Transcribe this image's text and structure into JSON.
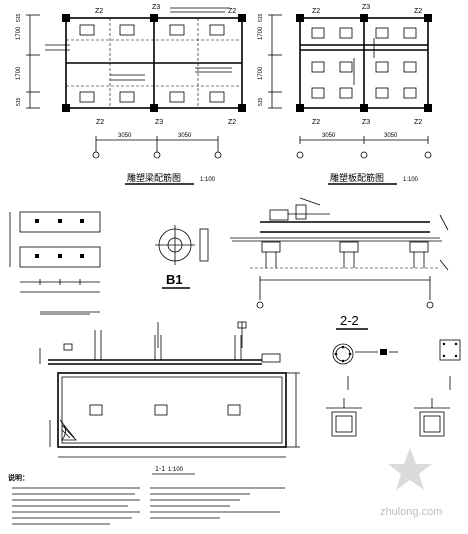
{
  "plan_left": {
    "column_labels": [
      "Z2",
      "Z3",
      "Z2"
    ],
    "row_dims": [
      "1700",
      "1700",
      "515",
      "515"
    ],
    "col_dims": [
      "3050",
      "3050"
    ],
    "title": "雕塑梁配筋图",
    "scale": "1:100"
  },
  "plan_right": {
    "column_labels": [
      "Z2",
      "Z3",
      "Z2"
    ],
    "row_dims": [
      "1700",
      "1700",
      "515",
      "515"
    ],
    "col_dims": [
      "3050",
      "3050"
    ],
    "title": "雕塑板配筋图",
    "scale": "1:100"
  },
  "detail_b1": {
    "label": "B1"
  },
  "section_22": {
    "label": "2-2"
  },
  "section_11": {
    "label": "1-1",
    "scale": "1:100"
  },
  "notes": {
    "heading": "说明："
  },
  "watermark": {
    "text": "zhulong.com"
  },
  "colors": {
    "ink": "#000000",
    "paper": "#ffffff",
    "watermark": "#bdbdbd"
  }
}
